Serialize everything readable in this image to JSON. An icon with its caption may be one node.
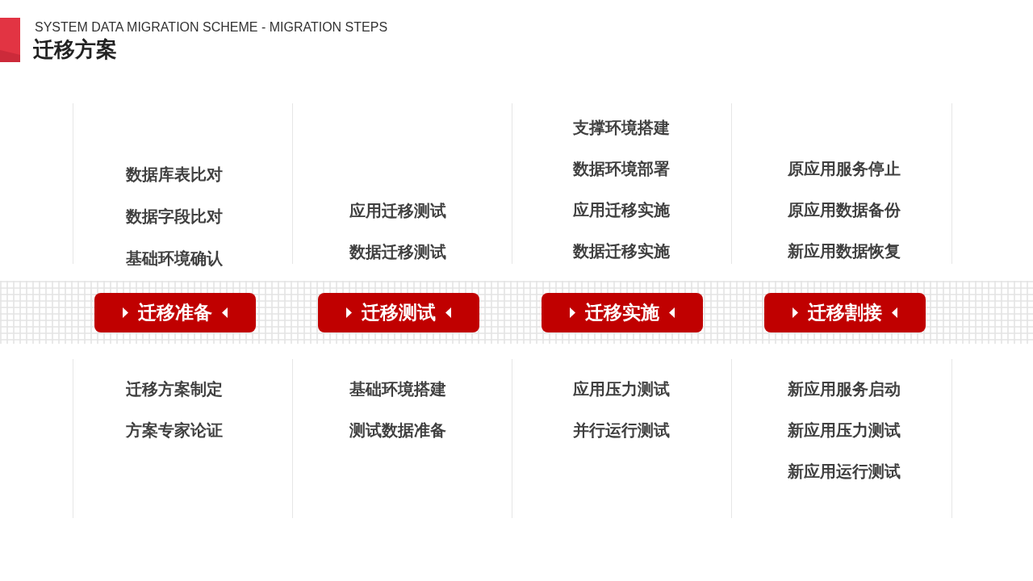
{
  "diagram": {
    "title": "迁移方案",
    "nodes": [
      {
        "text": [
          "迁移准备"
        ],
        "beside": [
          "数据库表比对",
          "数据字段比对",
          "基础环境确认",
          "迁移方案制定",
          "方案专家论证"
        ]
      },
      {
        "text": [
          "迁移测试"
        ],
        "beside": [
          "应用迁移测试",
          "数据迁移测试",
          "基础环境搭建",
          "测试数据准备"
        ]
      },
      {
        "text": [
          "迁移实施"
        ],
        "beside": [
          "支撑环境搭建",
          "数据环境部署",
          "应用迁移实施",
          "数据迁移实施",
          "应用压力测试",
          "并行运行测试"
        ]
      },
      {
        "text": [
          "迁移割接"
        ],
        "beside": [
          "原应用服务停止",
          "原应用数据备份",
          "新应用数据恢复",
          "新应用服务启动",
          "新应用压力测试",
          "新应用运行测试"
        ]
      }
    ],
    "labels": [
      "SYSTEM DATA MIGRATION SCHEME - MIGRATION STEPS"
    ]
  }
}
